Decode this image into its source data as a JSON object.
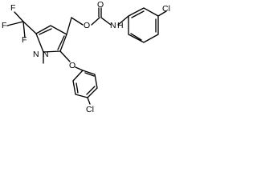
{
  "molecule": {
    "atoms": {
      "f_top": "F",
      "f_left": "F",
      "f_mid": "F",
      "n_pyrazole_1": "N",
      "n_pyrazole_2": "N",
      "n_methyl": "",
      "o_ether_ring": "O",
      "o_carbamate_link": "O",
      "o_carbonyl": "O",
      "n_carbamate": "N",
      "h_carbamate": "H",
      "cl_top": "Cl",
      "cl_bottom": "Cl"
    }
  }
}
